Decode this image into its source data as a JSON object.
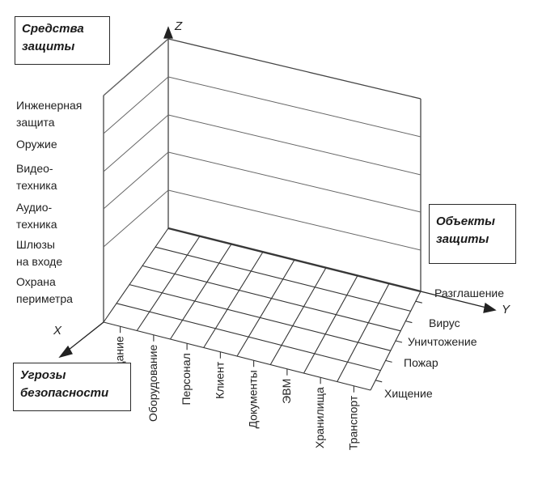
{
  "boxes": {
    "means": [
      "Средства",
      "защиты"
    ],
    "objects": [
      "Объекты",
      "защиты"
    ],
    "threats": [
      "Угрозы",
      "безопасности"
    ]
  },
  "axes": {
    "x": "X",
    "y": "Y",
    "z": "Z"
  },
  "means_of_protection": [
    [
      "Инженерная",
      "защита"
    ],
    [
      "Оружие"
    ],
    [
      "Видео-",
      "техника"
    ],
    [
      "Аудио-",
      "техника"
    ],
    [
      "Шлюзы",
      "на входе"
    ],
    [
      "Охрана",
      "периметра"
    ]
  ],
  "threats_list": [
    "Разглашение",
    "Вирус",
    "Уничтожение",
    "Пожар",
    "Хищение"
  ],
  "objects_list": [
    "Здание",
    "Оборудование",
    "Персонал",
    "Клиент",
    "Документы",
    "ЭВМ",
    "Хранилища",
    "Транспорт"
  ]
}
